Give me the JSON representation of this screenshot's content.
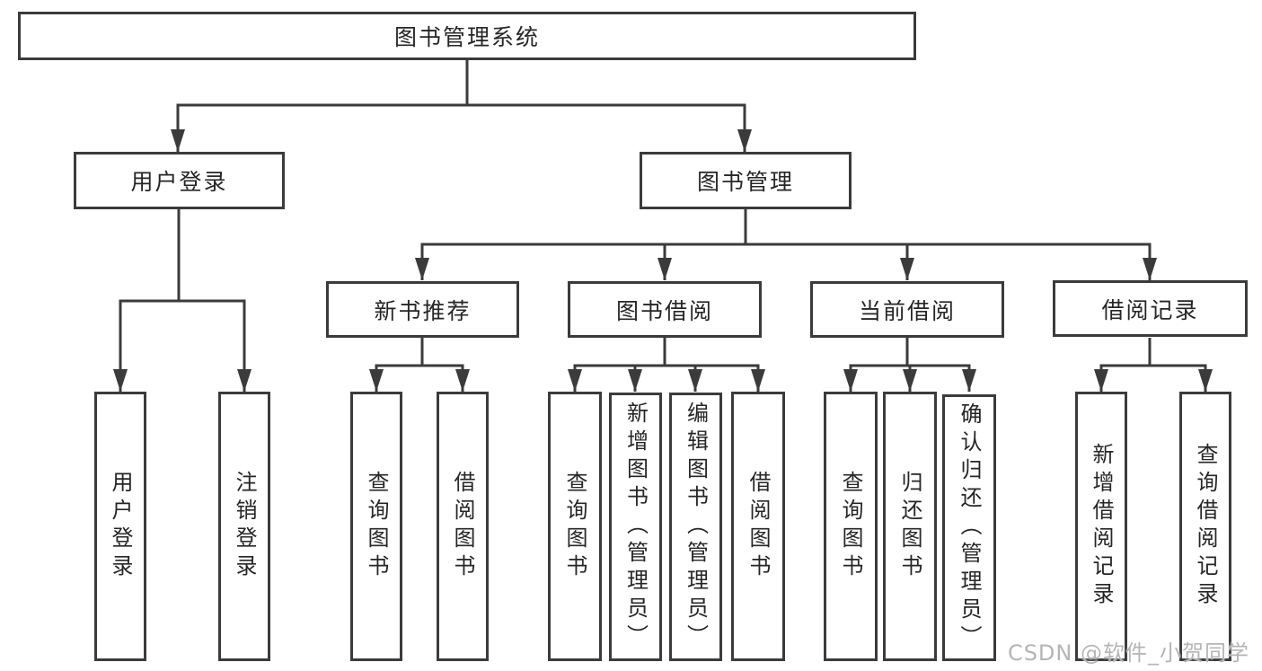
{
  "colors": {
    "line": "#3b3b3b",
    "box_border": "#3b3b3b",
    "box_background": "#ffffff",
    "text": "#262626",
    "watermark": "#b5b5b5"
  },
  "watermark": {
    "text": "CSDN @软件_小贺同学"
  },
  "tree": {
    "root": {
      "label": "图书管理系统"
    },
    "branches": [
      {
        "label": "用户登录",
        "children": [
          {
            "label": "用户登录"
          },
          {
            "label": "注销登录"
          }
        ]
      },
      {
        "label": "图书管理",
        "groups": [
          {
            "label": "新书推荐",
            "children": [
              {
                "label": "查询图书"
              },
              {
                "label": "借阅图书"
              }
            ]
          },
          {
            "label": "图书借阅",
            "children": [
              {
                "label": "查询图书"
              },
              {
                "label": "新增图书（管理员）"
              },
              {
                "label": "编辑图书（管理员）"
              },
              {
                "label": "借阅图书"
              }
            ]
          },
          {
            "label": "当前借阅",
            "children": [
              {
                "label": "查询图书"
              },
              {
                "label": "归还图书"
              },
              {
                "label": "确认归还（管理员）"
              }
            ]
          },
          {
            "label": "借阅记录",
            "children": [
              {
                "label": "新增借阅记录"
              },
              {
                "label": "查询借阅记录"
              }
            ]
          }
        ]
      }
    ]
  }
}
